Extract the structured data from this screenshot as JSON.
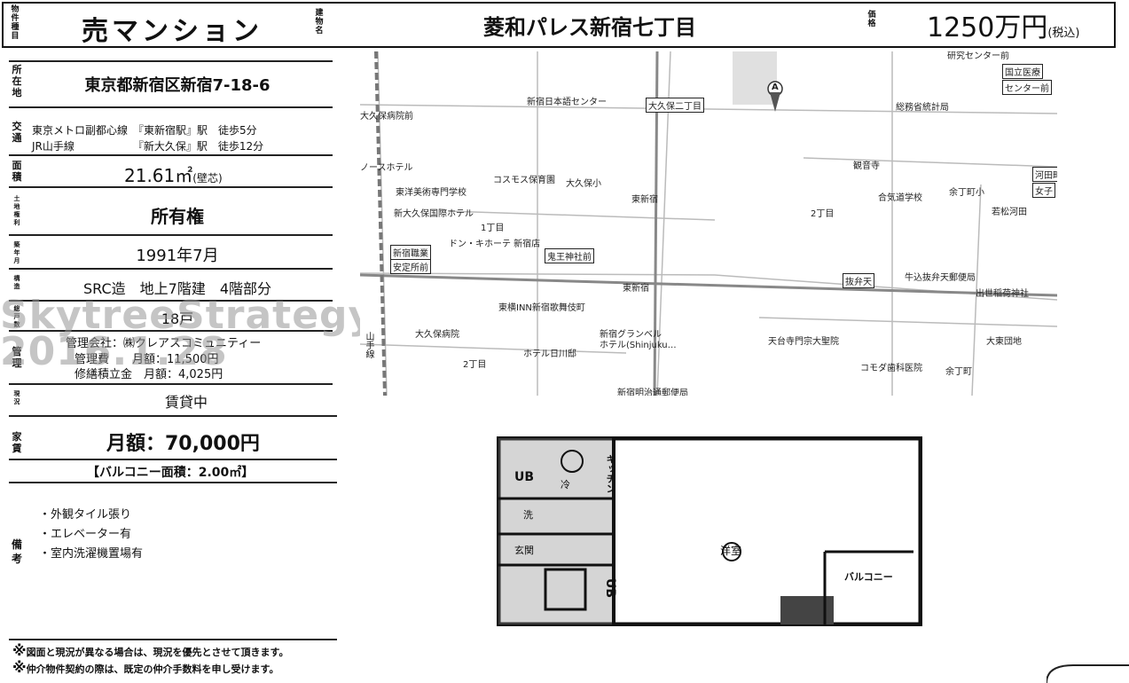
{
  "header": {
    "type_label": [
      "物",
      "件",
      "種",
      "目"
    ],
    "property_type": "売マンション",
    "name_label": [
      "建",
      "物",
      "名"
    ],
    "building_name": "菱和パレス新宿七丁目",
    "price_label": [
      "価",
      "格"
    ],
    "price": "1250万円",
    "price_note": "(税込)"
  },
  "details": {
    "address_label": [
      "所",
      "在",
      "地"
    ],
    "address": "東京都新宿区新宿7-18-6",
    "access_label": [
      "交",
      "通"
    ],
    "access_line1": "東京メトロ副都心線　『東新宿駅』駅　徒歩5分",
    "access_line2": "JR山手線　　　　　　『新大久保』駅　徒歩12分",
    "area_label": [
      "面",
      "積"
    ],
    "area": "21.61㎡",
    "area_note": "(壁芯)",
    "land_label": [
      "土",
      "地",
      "権",
      "利"
    ],
    "land_rights": "所有権",
    "built_label": [
      "築",
      "年",
      "月"
    ],
    "built": "1991年7月",
    "structure_label": [
      "構",
      "造"
    ],
    "structure": "SRC造　地上7階建　4階部分",
    "units_label": [
      "総",
      "戸",
      "数"
    ],
    "units": "18戸",
    "management_label": [
      "管",
      "理"
    ],
    "management_company": "管理会社：㈱クレアスコミュニティー",
    "management_fee": "管理費　　月額：11,500円",
    "repair_fund": "修繕積立金　月額：4,025円",
    "status_label": [
      "現",
      "況"
    ],
    "status": "賃貸中",
    "rent_label": [
      "家",
      "賃"
    ],
    "rent": "月額：70,000円",
    "balcony": "【バルコニー面積：2.00㎡】",
    "remarks_label": [
      "備",
      "考"
    ],
    "remarks": [
      "・外観タイル張り",
      "・エレベーター有",
      "・室内洗濯機置場有"
    ],
    "footer_notes": [
      "図面と現況が異なる場合は、現況を優先とさせて頂きます。",
      "仲介物件契約の際は、既定の仲介手数料を申し受けます。"
    ]
  },
  "watermark": {
    "line1": "SkytreeStrategy",
    "line2": "2016.1.28"
  },
  "map": {
    "marker": "A",
    "labels": [
      "研究センター前",
      "国立医療",
      "センター前",
      "総務省統計局",
      "新宿日本語センター",
      "大久保二丁目",
      "大久保病院前",
      "コスモス保育園",
      "大久保小",
      "東新宿",
      "観音寺",
      "余丁町小",
      "河田町",
      "女子",
      "東洋美術専門学校",
      "新大久保国際ホテル",
      "1丁目",
      "合気道学校",
      "若松河田",
      "2丁目",
      "新宿職業",
      "安定所前",
      "ドン・キホーテ 新宿店",
      "鬼王神社前",
      "東新宿",
      "抜弁天",
      "牛込抜弁天郵便局",
      "出世稲荷神社",
      "東横INN新宿歌舞伎町",
      "大久保病院",
      "新宿グランベル",
      "ホテル(Shinjuku…",
      "天台寺門宗大聖院",
      "大東団地",
      "ホテル日川邸",
      "2丁目",
      "コモダ歯科医院",
      "余丁町",
      "新宿明治通郵便局",
      "山手線",
      "ノースホテル"
    ]
  },
  "floorplan": {
    "labels": [
      "UB",
      "冷",
      "洗",
      "玄関",
      "UB",
      "洋室",
      "バルコニー",
      "キッチン"
    ]
  }
}
